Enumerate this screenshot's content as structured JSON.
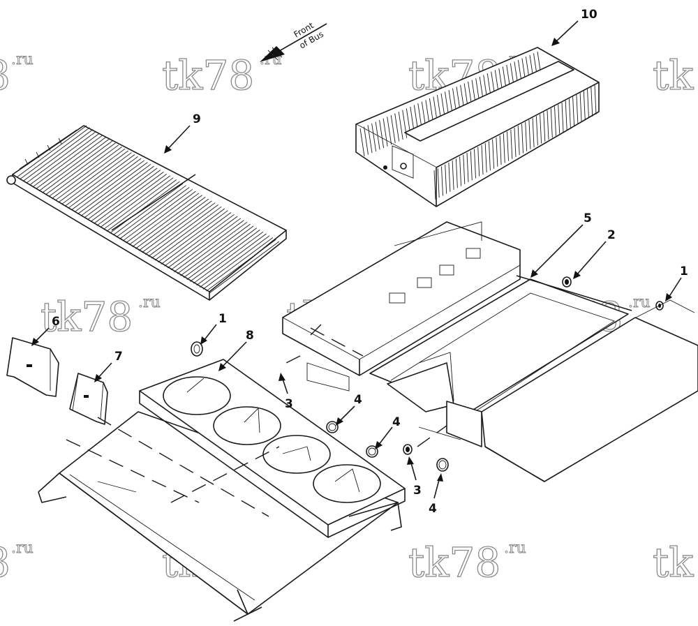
{
  "orientation_label": {
    "line1": "Front",
    "line2": "of Bus"
  },
  "callouts": [
    {
      "id": "1",
      "text": "1"
    },
    {
      "id": "1b",
      "text": "1"
    },
    {
      "id": "2",
      "text": "2"
    },
    {
      "id": "3",
      "text": "3"
    },
    {
      "id": "3b",
      "text": "3"
    },
    {
      "id": "4",
      "text": "4"
    },
    {
      "id": "4b",
      "text": "4"
    },
    {
      "id": "4c",
      "text": "4"
    },
    {
      "id": "5",
      "text": "5"
    },
    {
      "id": "6",
      "text": "6"
    },
    {
      "id": "7",
      "text": "7"
    },
    {
      "id": "8",
      "text": "8"
    },
    {
      "id": "9",
      "text": "9"
    },
    {
      "id": "10",
      "text": "10"
    }
  ],
  "watermark": {
    "main": "tk78",
    "suffix": ".ru",
    "fragment_main": "8",
    "fragment_left": "tk"
  },
  "colors": {
    "line": "#1a1a1a",
    "watermark": "#8a8a8a",
    "background": "#ffffff"
  }
}
